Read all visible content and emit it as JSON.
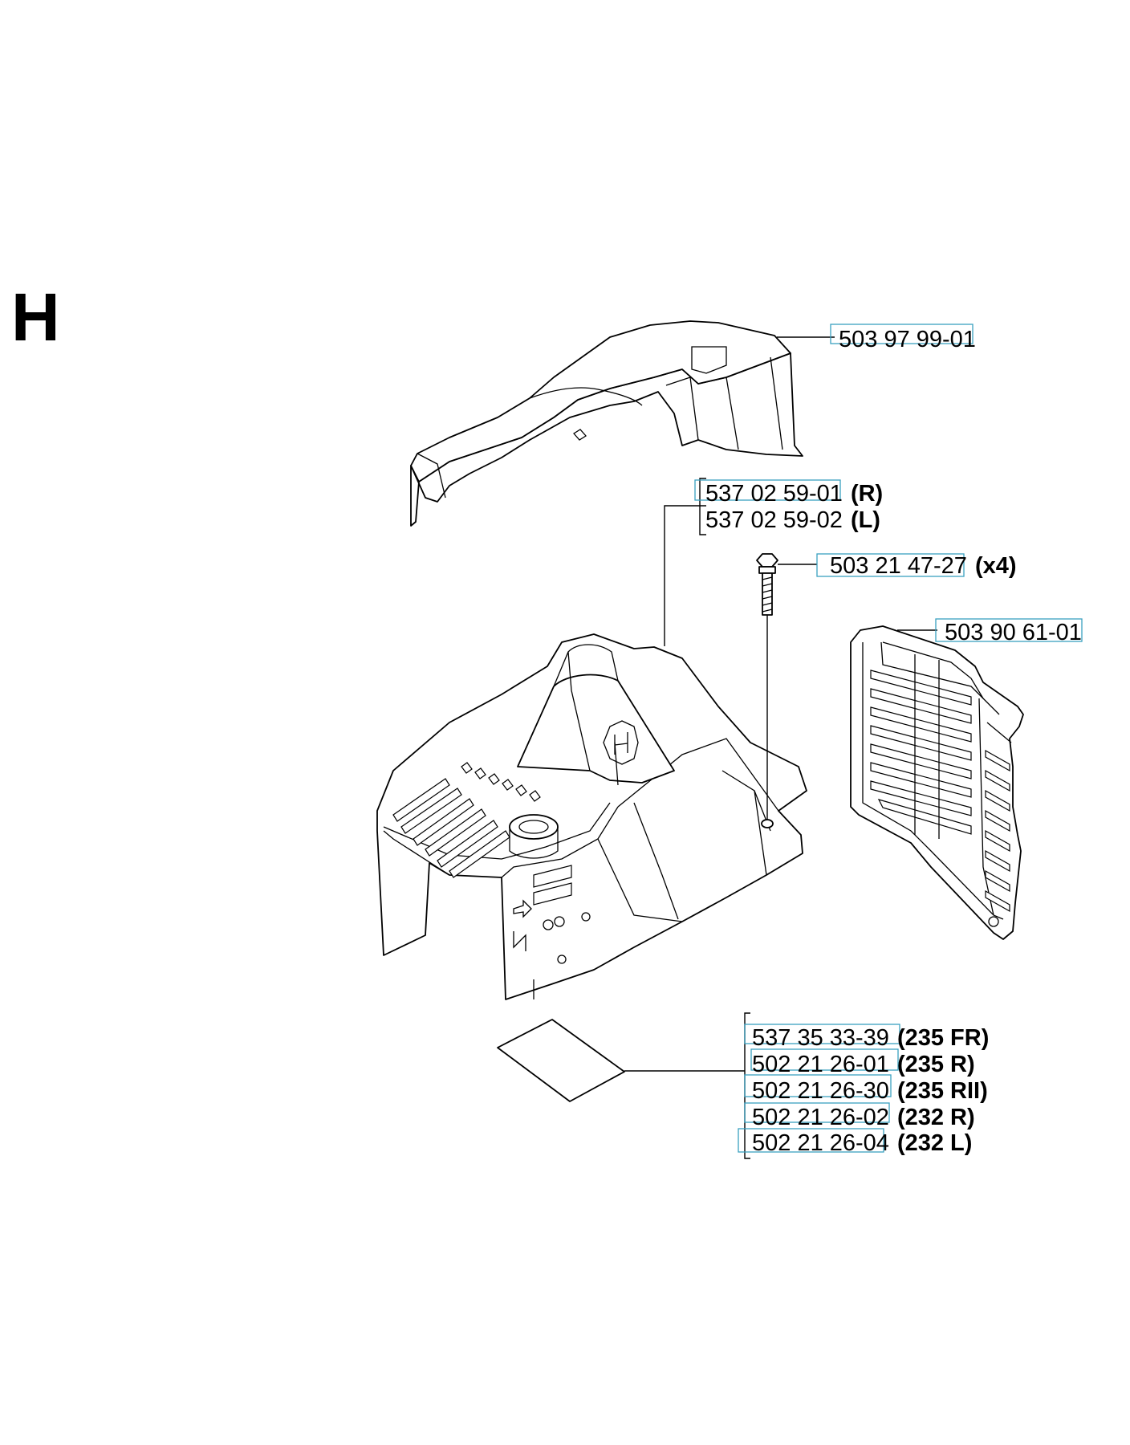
{
  "section": "H",
  "callouts": [
    {
      "id": "c1",
      "part": "503 97 99-01",
      "suffix": ""
    },
    {
      "id": "c2",
      "part": "537 02 59-01",
      "suffix": "(R)"
    },
    {
      "id": "c3",
      "part": "537 02 59-02",
      "suffix": "(L)"
    },
    {
      "id": "c4",
      "part": "503 21 47-27",
      "suffix": "(x4)"
    },
    {
      "id": "c5",
      "part": "503 90 61-01",
      "suffix": ""
    },
    {
      "id": "c6",
      "part": "537 35 33-39",
      "suffix": "(235 FR)"
    },
    {
      "id": "c7",
      "part": "502 21 26-01",
      "suffix": "(235 R)"
    },
    {
      "id": "c8",
      "part": "502 21 26-30",
      "suffix": "(235 RII)"
    },
    {
      "id": "c9",
      "part": "502 21 26-02",
      "suffix": "(232 R)"
    },
    {
      "id": "c10",
      "part": "502 21 26-04",
      "suffix": "(232 L)"
    }
  ],
  "colors": {
    "highlight": "#3aa0c0",
    "ink": "#000000"
  }
}
